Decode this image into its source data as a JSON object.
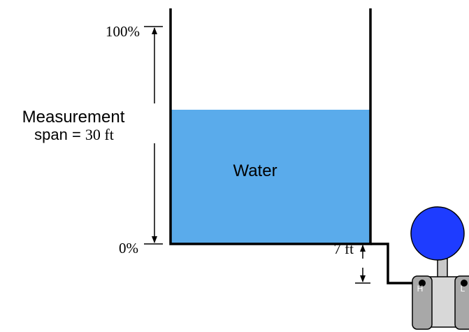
{
  "labels": {
    "top_percent": "100%",
    "bottom_percent": "0%",
    "span_line1": "Measurement",
    "span_line2_prefix": "span = ",
    "span_value": "30 ft",
    "fluid": "Water",
    "offset": "7 ft",
    "port_high": "H",
    "port_low": "L"
  },
  "colors": {
    "water": "#5aabeb",
    "tank_wall": "#000000",
    "transmitter_head": "#1e3cff",
    "transmitter_body": "#d8d8d8",
    "transmitter_flange": "#a8a8a8",
    "transmitter_neck": "#c8c8c8"
  }
}
